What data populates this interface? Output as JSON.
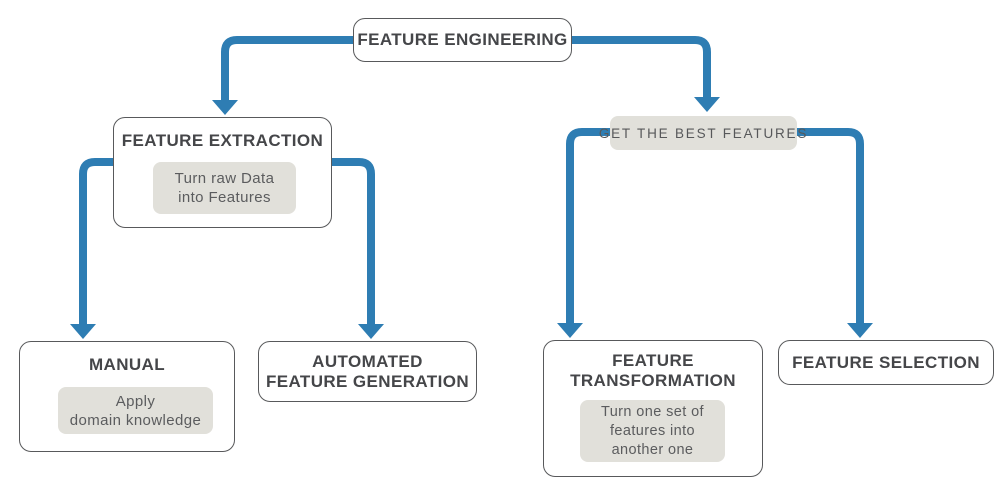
{
  "colors": {
    "arrow": "#2e7db3",
    "box_border": "#58595b",
    "title_text": "#454649",
    "note_bg": "#e1e0da",
    "note_text": "#5b5c5e",
    "background": "#ffffff"
  },
  "nodes": {
    "feature_engineering": {
      "label": "FEATURE ENGINEERING"
    },
    "feature_extraction": {
      "label": "FEATURE EXTRACTION",
      "note": "Turn raw Data\ninto Features"
    },
    "get_the_best_features": {
      "label": "GET THE BEST FEATURES"
    },
    "manual": {
      "label": "MANUAL",
      "note": "Apply\ndomain knowledge"
    },
    "automated_feature_generation": {
      "label": "AUTOMATED\nFEATURE GENERATION"
    },
    "feature_transformation": {
      "label": "FEATURE\nTRANSFORMATION",
      "note": "Turn one set of\nfeatures into\nanother one"
    },
    "feature_selection": {
      "label": "FEATURE SELECTION"
    }
  },
  "edges": [
    {
      "from": "FEATURE ENGINEERING",
      "to": "FEATURE EXTRACTION"
    },
    {
      "from": "FEATURE ENGINEERING",
      "to": "GET THE BEST FEATURES"
    },
    {
      "from": "FEATURE EXTRACTION",
      "to": "MANUAL"
    },
    {
      "from": "FEATURE EXTRACTION",
      "to": "AUTOMATED FEATURE GENERATION"
    },
    {
      "from": "GET THE BEST FEATURES",
      "to": "FEATURE TRANSFORMATION"
    },
    {
      "from": "GET THE BEST FEATURES",
      "to": "FEATURE SELECTION"
    }
  ]
}
